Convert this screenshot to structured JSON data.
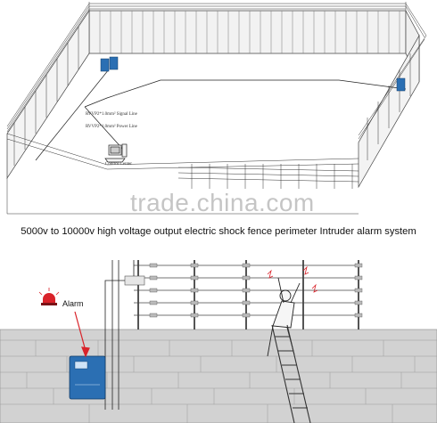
{
  "top": {
    "signal_line_label": "RVVP2*1.0mm² Signal Line",
    "power_line_label": "RVVP2*1.0mm² Power Line",
    "control_center_label": "Control Center",
    "watermark": "trade.china.com"
  },
  "headline": "5000v to 10000v high voltage output electric shock fence perimeter Intruder alarm system",
  "bottom": {
    "alarm_label": "Alarm"
  },
  "colors": {
    "controller_blue": "#2b6fb3",
    "alarm_red": "#d9232a",
    "wall_gray": "#d2d2d2"
  }
}
